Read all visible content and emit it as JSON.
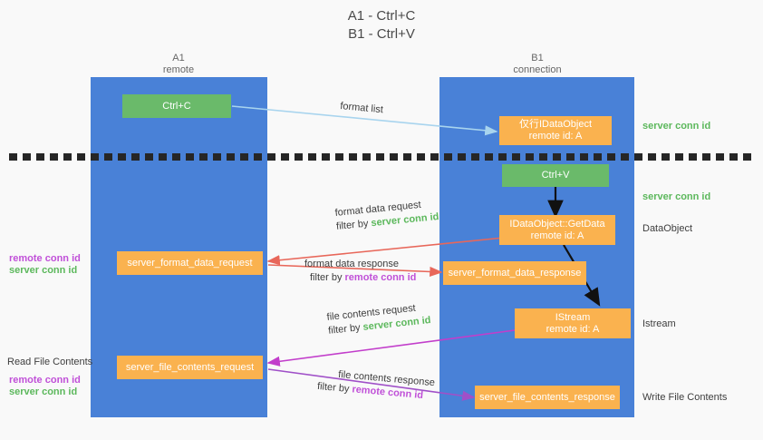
{
  "title": {
    "line1": "A1 - Ctrl+C",
    "line2": "B1 - Ctrl+V"
  },
  "columns": [
    {
      "name": "A1",
      "sub": "remote"
    },
    {
      "name": "B1",
      "sub": "connection"
    }
  ],
  "nodes": {
    "ctrl_c": {
      "label": "Ctrl+C"
    },
    "ctrl_v": {
      "label": "Ctrl+V"
    },
    "idataobject": {
      "line1": "仅行IDataObject",
      "line2": "remote id: A"
    },
    "getdata": {
      "line1": "IDataObject::GetData",
      "line2": "remote id: A"
    },
    "istream": {
      "line1": "IStream",
      "line2": "remote id: A"
    },
    "server_format_data_request": {
      "label": "server_format_data_request"
    },
    "server_format_data_response": {
      "label": "server_format_data_response"
    },
    "server_file_contents_request": {
      "label": "server_file_contents_request"
    },
    "server_file_contents_response": {
      "label": "server_file_contents_response"
    }
  },
  "edges": {
    "format_list": {
      "label": "format list"
    },
    "format_data_request": {
      "line1": "format data request",
      "line2_prefix": "filter by ",
      "line2_token": "server conn id"
    },
    "format_data_response": {
      "line1": "format data response",
      "line2_prefix": "filter by ",
      "line2_token": "remote conn id"
    },
    "file_contents_request": {
      "line1": "file contents request",
      "line2_prefix": "filter by ",
      "line2_token": "server conn id"
    },
    "file_contents_response": {
      "line1": "file contents response",
      "line2_prefix": "filter by ",
      "line2_token": "remote conn id"
    }
  },
  "annotations": {
    "right_server_conn_id_top": "server conn id",
    "right_server_conn_id_mid": "server conn id",
    "dataobject": "DataObject",
    "istream": "Istream",
    "write_file_contents": "Write File Contents",
    "read_file_contents": "Read File Contents",
    "left_remote_conn_id_1": "remote conn id",
    "left_server_conn_id_1": "server conn id",
    "left_remote_conn_id_2": "remote conn id",
    "left_server_conn_id_2": "server conn id"
  },
  "colors": {
    "lane": "#4981d7",
    "green_node": "#6aba6a",
    "orange_node": "#fab24f",
    "server_conn_id": "#5cb85c",
    "remote_conn_id": "#c050d8",
    "arrow_blue": "#a8d4ee",
    "arrow_red": "#e8675a",
    "arrow_magenta": "#c23ecb",
    "arrow_purple": "#a050c8",
    "arrow_black": "#111111",
    "background": "#f9f9f9"
  }
}
